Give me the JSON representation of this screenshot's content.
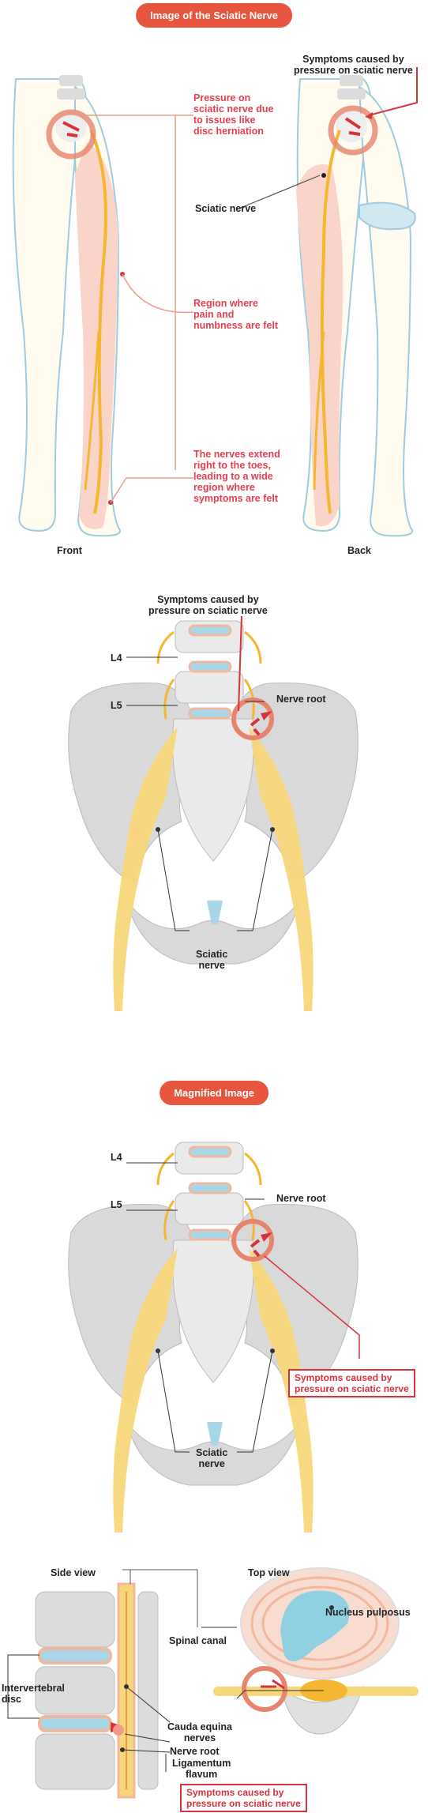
{
  "colors": {
    "accent": "#e8553f",
    "nerve": "#f5b731",
    "bone": "#d9d9d9",
    "disc": "#a8d8e8",
    "pain": "#f9c6b9",
    "outline": "#9fcbe0",
    "callout": "#d8323b"
  },
  "section1": {
    "title": "Image of the Sciatic Nerve",
    "callout_pressure": "Pressure on\nsciatic nerve due\nto issues like\ndisc herniation",
    "sciatic_nerve": "Sciatic nerve",
    "region": "Region where\npain and\nnumbness are felt",
    "extend": "The nerves extend\nright to the toes,\nleading to a wide\nregion where\nsymptoms are felt",
    "symptoms": "Symptoms caused by\npressure on sciatic nerve",
    "front": "Front",
    "back": "Back"
  },
  "section2": {
    "symptoms": "Symptoms caused by\npressure on sciatic nerve",
    "l4": "L4",
    "l5": "L5",
    "nerve_root": "Nerve root",
    "sciatic": "Sciatic\nnerve"
  },
  "section3": {
    "title": "Magnified Image",
    "l4": "L4",
    "l5": "L5",
    "nerve_root": "Nerve root",
    "symptoms": "Symptoms caused by\npressure on sciatic nerve",
    "sciatic": "Sciatic\nnerve"
  },
  "section4": {
    "side_view": "Side view",
    "top_view": "Top view",
    "spinal_canal": "Spinal canal",
    "nucleus": "Nucleus pulposus",
    "disc": "Intervertebral\ndisc",
    "cauda": "Cauda equina\nnerves",
    "nerve_root": "Nerve root",
    "ligamentum": "Ligamentum\nflavum",
    "symptoms": "Symptoms caused by\npressure on sciatic nerve"
  }
}
